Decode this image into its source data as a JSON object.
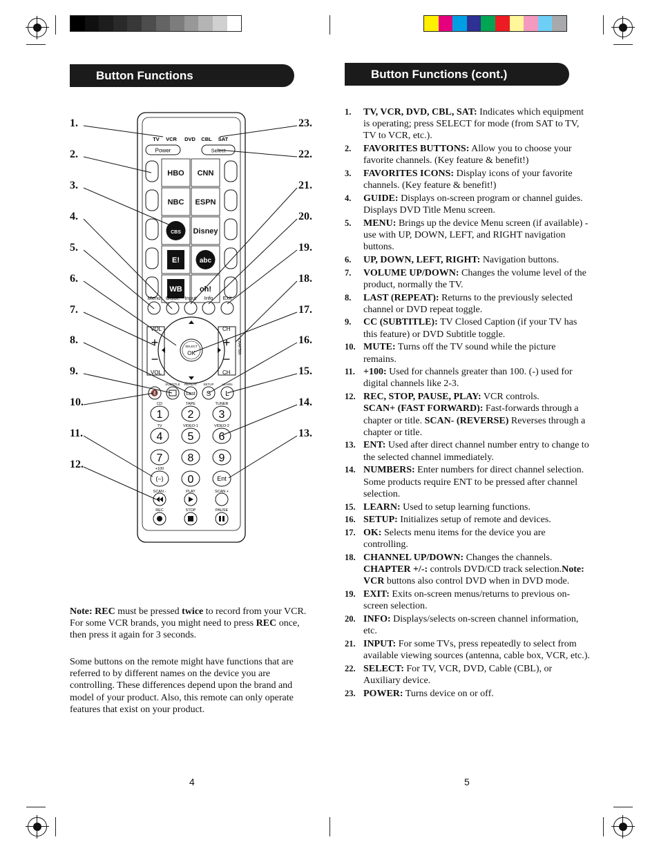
{
  "headers": {
    "left": "Button Functions",
    "right": "Button Functions (cont.)"
  },
  "colors": {
    "header_bg": "#1b1b1b",
    "grayscale_bar": [
      "#000000",
      "#101010",
      "#1d1d1d",
      "#2a2a2a",
      "#383838",
      "#4d4d4d",
      "#646464",
      "#7d7d7d",
      "#989898",
      "#b4b4b4",
      "#d0d0d0",
      "#ffffff"
    ],
    "color_bar": [
      "#ffef00",
      "#e6007e",
      "#009fe3",
      "#2e3192",
      "#00a651",
      "#ed1c24",
      "#fff799",
      "#f49ac1",
      "#6dcff6",
      "#a7a9ac"
    ]
  },
  "callouts_left": [
    "1.",
    "2.",
    "3.",
    "4.",
    "5.",
    "6.",
    "7.",
    "8.",
    "9.",
    "10.",
    "11.",
    "12."
  ],
  "callouts_right": [
    "23.",
    "22.",
    "21.",
    "20.",
    "19.",
    "18.",
    "17.",
    "16.",
    "15.",
    "14.",
    "13."
  ],
  "remote": {
    "modes": [
      "TV",
      "VCR",
      "DVD",
      "CBL",
      "SAT"
    ],
    "power": "Power",
    "select": "Select",
    "logos": [
      "HBO",
      "CNN",
      "NBC",
      "ESPN",
      "CBS",
      "Disney",
      "E!",
      "abc",
      "WB",
      "oh!"
    ],
    "nav_labels": [
      "Menu",
      "Guide",
      "Input",
      "Info",
      "Exit"
    ],
    "vol": "VOL",
    "ch": "CH",
    "select_small": "SELECT",
    "ok": "OK",
    "chapter": "CHAPTER",
    "row_labels": [
      "SUBTITLE",
      "REPEAT",
      "SETUP",
      "LEARN"
    ],
    "last": "Last",
    "setup_key": "S",
    "learn_key": "L",
    "src_labels": [
      "CD",
      "TAPE",
      "TUNER"
    ],
    "digits": [
      "1",
      "2",
      "3",
      "4",
      "5",
      "6",
      "7",
      "8",
      "9",
      "(–)",
      "0",
      "Ent"
    ],
    "sub_labels": [
      "TV",
      "VIDEO-1",
      "VIDEO-2"
    ],
    "plus100": "+100",
    "transport_labels": [
      "SCAN -",
      "PLAY",
      "SCAN +",
      "REC",
      "STOP",
      "PAUSE"
    ]
  },
  "notes": {
    "rec_bold": "Note: REC",
    "rec_1": " must be pressed ",
    "rec_twice": "twice",
    "rec_2": " to record from your VCR. For some VCR brands, you might need to press ",
    "rec_bold2": "REC",
    "rec_3": " once, then press it again for 3 seconds.",
    "general": "Some buttons on the remote might have functions that are referred to by different names on the device you are controlling. These differences depend upon the brand and model of your product. Also, this remote can only operate features that exist on your product."
  },
  "items": [
    {
      "n": "1.",
      "t": "TV, VCR, DVD, CBL, SAT:",
      "d": " Indicates which equipment is operating; press SELECT for mode (from SAT to TV, TV to VCR, etc.)."
    },
    {
      "n": "2.",
      "t": "FAVORITES BUTTONS:",
      "d": " Allow you to choose your favorite channels. (Key feature & benefit!)"
    },
    {
      "n": "3.",
      "t": "FAVORITES ICONS:",
      "d": " Display icons of your favorite channels. (Key feature & benefit!)"
    },
    {
      "n": "4.",
      "t": "GUIDE:",
      "d": " Displays on-screen program or channel guides. Displays DVD Title Menu screen."
    },
    {
      "n": "5.",
      "t": "MENU:",
      "d": " Brings up the device Menu screen (if available) - use with UP, DOWN, LEFT, and RIGHT navigation buttons."
    },
    {
      "n": "6.",
      "t": "UP, DOWN, LEFT, RIGHT:",
      "d": " Navigation buttons."
    },
    {
      "n": "7.",
      "t": "VOLUME UP/DOWN:",
      "d": " Changes the volume level of the product, normally the TV."
    },
    {
      "n": "8.",
      "t": "LAST (REPEAT):",
      "d": " Returns to the previously selected channel or DVD repeat toggle."
    },
    {
      "n": "9.",
      "t": "CC (SUBTITLE):",
      "d": " TV Closed Caption (if your TV has this feature) or DVD Subtitle toggle."
    },
    {
      "n": "10.",
      "t": "MUTE:",
      "d": " Turns off the TV sound while the picture remains."
    },
    {
      "n": "11.",
      "t": "+100:",
      "d": " Used for channels greater than 100. (-) used for digital channels like 2-3."
    },
    {
      "n": "12.",
      "t": "REC, STOP, PAUSE, PLAY:",
      "d": " VCR controls.",
      "x_t": "SCAN+ (FAST FORWARD):",
      "x_d": " Fast-forwards through a chapter or title. ",
      "x_t2": "SCAN- (REVERSE)",
      "x_d2": " Reverses through a chapter or title."
    },
    {
      "n": "13.",
      "t": "ENT:",
      "d": " Used after direct channel number entry to change to the selected channel immediately."
    },
    {
      "n": "14.",
      "t": "NUMBERS:",
      "d": " Enter numbers for direct channel selection. Some products require ENT to be pressed after channel selection."
    },
    {
      "n": "15.",
      "t": "LEARN:",
      "d": " Used to setup learning functions."
    },
    {
      "n": "16.",
      "t": "SETUP:",
      "d": " Initializes setup of remote and devices."
    },
    {
      "n": "17.",
      "t": "OK:",
      "d": " Selects menu items for the device you are controlling."
    },
    {
      "n": "18.",
      "t": "CHANNEL UP/DOWN:",
      "d": " Changes the channels.",
      "x_t": "CHAPTER +/-:",
      "x_d": " controls DVD/CD track selection.",
      "x_t2": "Note: VCR",
      "x_d2": " buttons also control DVD when in DVD mode."
    },
    {
      "n": "19.",
      "t": "EXIT:",
      "d": " Exits on-screen menus/returns to previous on-screen selection."
    },
    {
      "n": "20.",
      "t": "INFO:",
      "d": " Displays/selects on-screen channel information, etc."
    },
    {
      "n": "21.",
      "t": "INPUT:",
      "d": " For some TVs, press repeatedly to select from available viewing sources (antenna, cable box, VCR, etc.)."
    },
    {
      "n": "22.",
      "t": "SELECT:",
      "d": " For TV, VCR, DVD, Cable (CBL), or Auxiliary device."
    },
    {
      "n": "23.",
      "t": "POWER:",
      "d": " Turns device on or off."
    }
  ],
  "page_numbers": {
    "left": "4",
    "right": "5"
  }
}
